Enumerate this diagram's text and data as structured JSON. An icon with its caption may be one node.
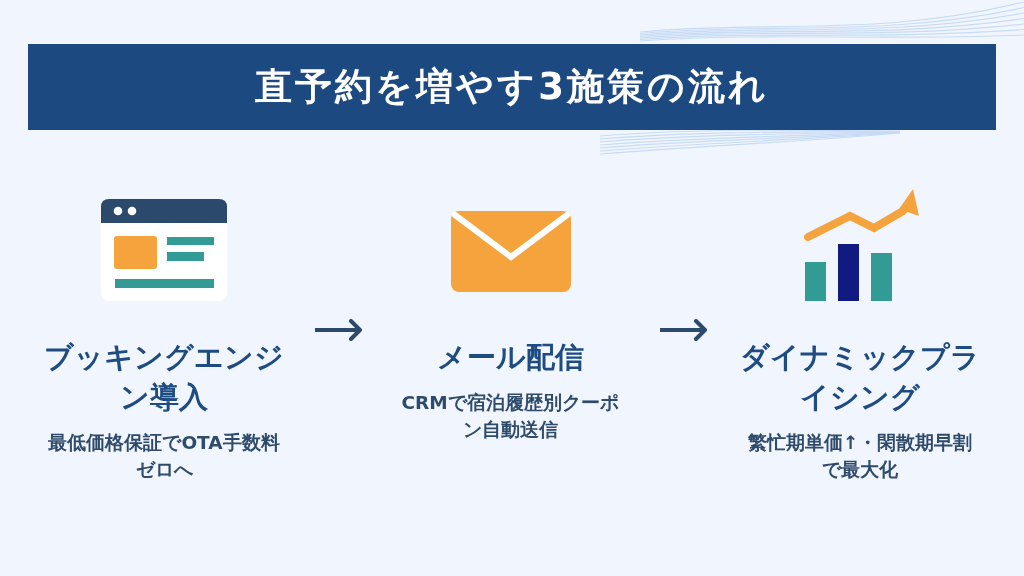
{
  "diagram": {
    "title": "直予約を増やす3施策の流れ",
    "nodes": [
      {
        "text": [
          "ブッキングエンジン導入",
          "最低価格保証でOTA手数料ゼロへ"
        ]
      },
      {
        "text": [
          "メール配信",
          "CRMで宿泊履歴別クーポン自動送信"
        ]
      },
      {
        "text": [
          "ダイナミックプライシング",
          "繁忙期単価↑・閑散期早割で最大化"
        ]
      }
    ],
    "edges": [
      {
        "from": 0,
        "to": 1,
        "arrow": "to"
      },
      {
        "from": 1,
        "to": 2,
        "arrow": "to"
      }
    ]
  }
}
